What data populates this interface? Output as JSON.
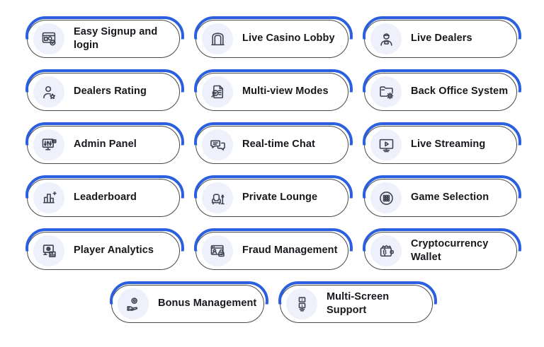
{
  "colors": {
    "accent": "#2a5fe0",
    "card_border": "#4a4a4a",
    "icon_bg": "#eef0fb",
    "icon_stroke": "#3d4350",
    "text": "#17181c",
    "background": "#ffffff"
  },
  "features": [
    {
      "label": "Easy Signup and login",
      "icon": "signup-window-badge-icon"
    },
    {
      "label": "Live Casino Lobby",
      "icon": "lobby-archway-icon"
    },
    {
      "label": "Live Dealers",
      "icon": "dealer-person-icon"
    },
    {
      "label": "Dealers Rating",
      "icon": "person-star-icon"
    },
    {
      "label": "Multi-view Modes",
      "icon": "document-magnifier-icon"
    },
    {
      "label": "Back Office System",
      "icon": "folder-gear-icon"
    },
    {
      "label": "Admin Panel",
      "icon": "monitor-sliders-icon"
    },
    {
      "label": "Real-time Chat",
      "icon": "chat-bubbles-icon"
    },
    {
      "label": "Live Streaming",
      "icon": "monitor-play-icon"
    },
    {
      "label": "Leaderboard",
      "icon": "bar-chart-plus-icon"
    },
    {
      "label": "Private Lounge",
      "icon": "armchair-table-icon"
    },
    {
      "label": "Game Selection",
      "icon": "dotted-ball-icon"
    },
    {
      "label": "Player Analytics",
      "icon": "screen-analytics-icon"
    },
    {
      "label": "Fraud Management",
      "icon": "browser-user-lock-icon"
    },
    {
      "label": "Cryptocurrency Wallet",
      "icon": "bitcoin-wallet-icon"
    },
    {
      "label": "Bonus Management",
      "icon": "hand-medal-icon"
    },
    {
      "label": "Multi-Screen Support",
      "icon": "stacked-screens-icon"
    }
  ]
}
